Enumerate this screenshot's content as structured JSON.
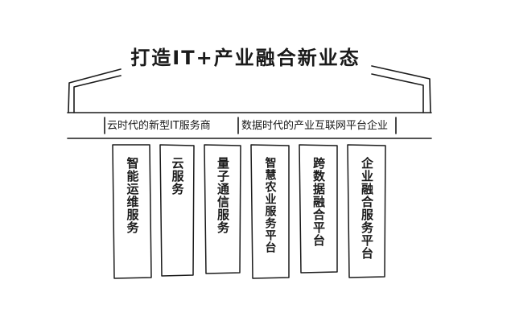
{
  "diagram": {
    "title": "打造IT+产业融合新业态",
    "band_left": "云时代的新型IT服务商",
    "band_right": "数据时代的产业互联网平台企业",
    "pillars": [
      {
        "label": "智能运维服务"
      },
      {
        "label": "云服务"
      },
      {
        "label": "量子通信服务"
      },
      {
        "label": "智慧农业服务平台"
      },
      {
        "label": "跨数据融合平台"
      },
      {
        "label": "企业融合服务平台"
      }
    ]
  }
}
